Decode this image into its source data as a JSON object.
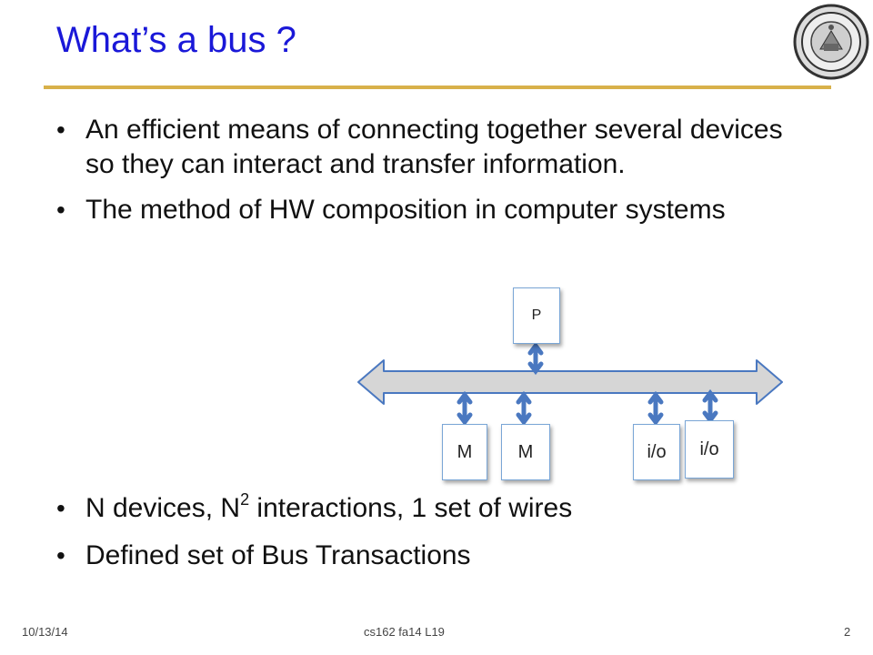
{
  "title": "What’s a bus ?",
  "bullets_top": [
    "An efficient means of connecting together several devices so they can interact and transfer information.",
    "The method of HW composition in computer systems"
  ],
  "bullet_devices": {
    "pre": "N devices, N",
    "sup": "2",
    "post": " interactions, 1 set of wires"
  },
  "bullet_transactions": "Defined set of Bus Transactions",
  "diagram": {
    "processor_label": "P",
    "memory_labels": [
      "M",
      "M"
    ],
    "io_labels": [
      "i/o",
      "i/o"
    ]
  },
  "footer": {
    "date": "10/13/14",
    "course": "cs162 fa14 L19",
    "page": "2"
  },
  "colors": {
    "title": "#1a18d8",
    "rule": "#d8b14a",
    "arrow": "#4a78c0",
    "bus_fill": "#d6d6d6",
    "bus_stroke": "#4a78c0"
  },
  "logo": "university-seal"
}
